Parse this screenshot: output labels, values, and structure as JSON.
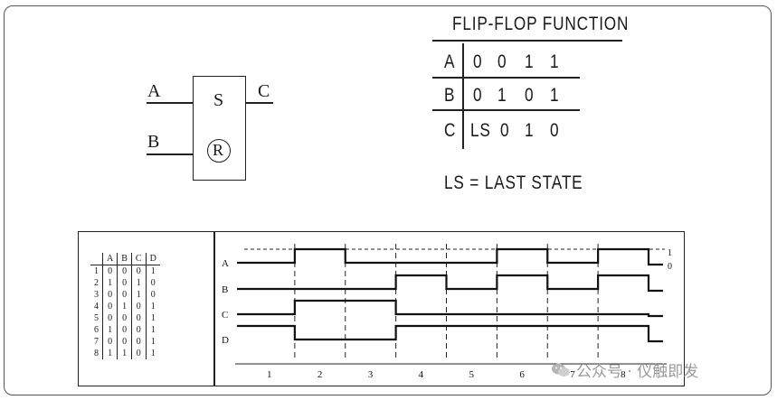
{
  "gate": {
    "input_a": "A",
    "input_b": "B",
    "output_c": "C",
    "set_label": "S",
    "reset_label": "R"
  },
  "function_table": {
    "title": "FLIP-FLOP FUNCTION",
    "rows": [
      {
        "label": "A",
        "values": [
          "0",
          "0",
          "1",
          "1"
        ]
      },
      {
        "label": "B",
        "values": [
          "0",
          "1",
          "0",
          "1"
        ]
      },
      {
        "label": "C",
        "values": [
          "LS",
          "0",
          "1",
          "0"
        ]
      }
    ],
    "note": "LS = LAST STATE"
  },
  "truth_table": {
    "headers": [
      "",
      "A",
      "B",
      "C",
      "D"
    ],
    "rows": [
      [
        "1",
        "0",
        "0",
        "0",
        "1"
      ],
      [
        "2",
        "1",
        "0",
        "1",
        "0"
      ],
      [
        "3",
        "0",
        "0",
        "1",
        "0"
      ],
      [
        "4",
        "0",
        "1",
        "0",
        "1"
      ],
      [
        "5",
        "0",
        "0",
        "0",
        "1"
      ],
      [
        "6",
        "1",
        "0",
        "0",
        "1"
      ],
      [
        "7",
        "0",
        "0",
        "0",
        "1"
      ],
      [
        "8",
        "1",
        "1",
        "0",
        "1"
      ]
    ]
  },
  "timing": {
    "signals": [
      {
        "name": "A",
        "levels": [
          0,
          1,
          0,
          0,
          0,
          1,
          0,
          1
        ]
      },
      {
        "name": "B",
        "levels": [
          0,
          0,
          0,
          1,
          0,
          1,
          0,
          1
        ]
      },
      {
        "name": "C",
        "levels": [
          0,
          1,
          1,
          0,
          0,
          0,
          0,
          0
        ]
      },
      {
        "name": "D",
        "levels": [
          1,
          0,
          0,
          1,
          1,
          1,
          1,
          1
        ]
      }
    ],
    "intervals": [
      "1",
      "2",
      "3",
      "4",
      "5",
      "6",
      "7",
      "8"
    ],
    "level_high_label": "1",
    "level_low_label": "0"
  },
  "watermark": {
    "text": "公众号 · 仪触即发",
    "icon": "wechat-icon"
  }
}
